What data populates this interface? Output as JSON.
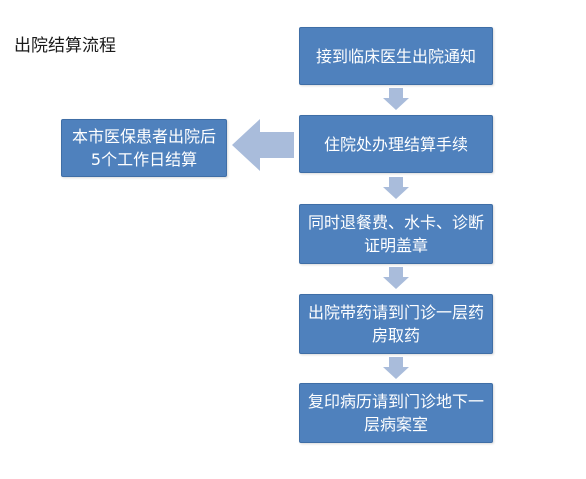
{
  "title": "出院结算流程",
  "steps": [
    {
      "label": "接到临床医生出院通知"
    },
    {
      "label": "住院处办理结算手续"
    },
    {
      "label": "同时退餐费、水卡、诊断证明盖章"
    },
    {
      "label": "出院带药请到门诊一层药房取药"
    },
    {
      "label": "复印病历请到门诊地下一层病案室"
    }
  ],
  "side_note": {
    "label": "本市医保患者出院后5个工作日结算"
  },
  "colors": {
    "box_fill": "#4f81bd",
    "arrow_fill": "#a9bcdb",
    "text": "#ffffff"
  }
}
